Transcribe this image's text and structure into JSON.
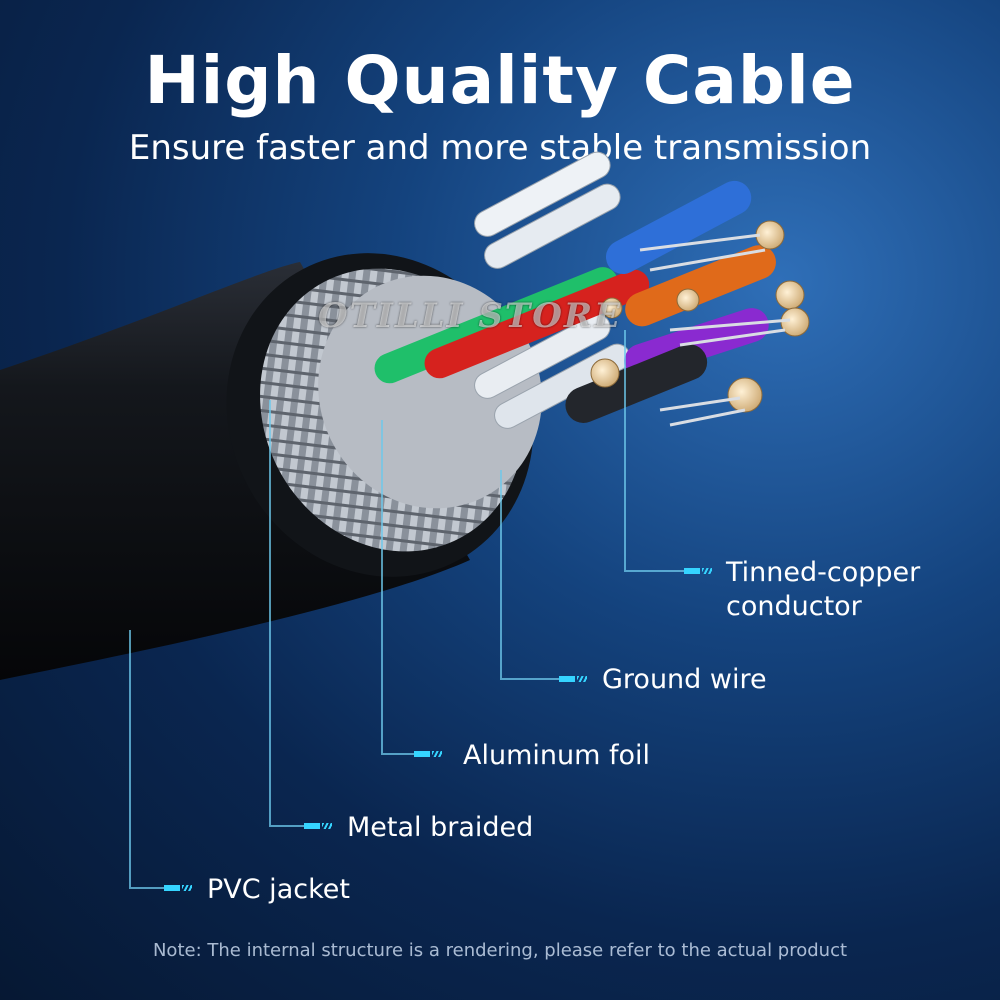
{
  "headline": "High Quality Cable",
  "subline": "Ensure faster and more stable transmission",
  "watermark": "OTILLI STORE",
  "labels": {
    "conductor_line1": "Tinned-copper",
    "conductor_line2": "conductor",
    "ground_wire": "Ground wire",
    "aluminum_foil": "Aluminum foil",
    "metal_braided": "Metal braided",
    "pvc_jacket": "PVC jacket"
  },
  "note": "Note: The internal structure is a rendering, please refer to the actual product",
  "colors": {
    "background": "#0a2650",
    "accent": "#35d4ff",
    "text": "#ffffff"
  }
}
